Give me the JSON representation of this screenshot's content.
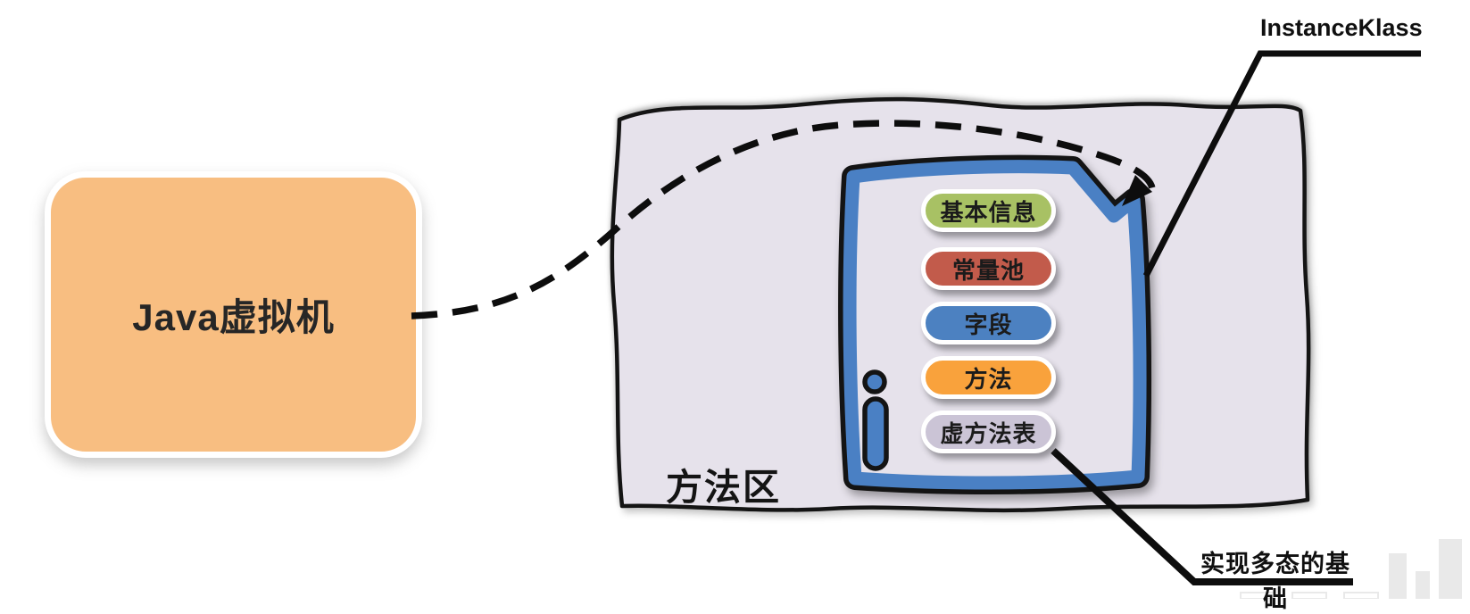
{
  "jvm_box": {
    "label": "Java虚拟机",
    "fill": "#F8BE81"
  },
  "method_area": {
    "label": "方法区",
    "fill": "#E6E2EB",
    "outline": "#141414"
  },
  "class_document": {
    "frame_color": "#4A80C4",
    "outline_color": "#141414",
    "icon": "info-icon",
    "pills": [
      {
        "label": "基本信息",
        "color": "#A8C164"
      },
      {
        "label": "常量池",
        "color": "#C25B4B"
      },
      {
        "label": "字段",
        "color": "#4C81C1"
      },
      {
        "label": "方法",
        "color": "#F9A23C"
      },
      {
        "label": "虚方法表",
        "color": "#CBC4D6"
      }
    ]
  },
  "callouts": {
    "top_label": "InstanceKlass",
    "bottom_label": "实现多态的基础"
  }
}
